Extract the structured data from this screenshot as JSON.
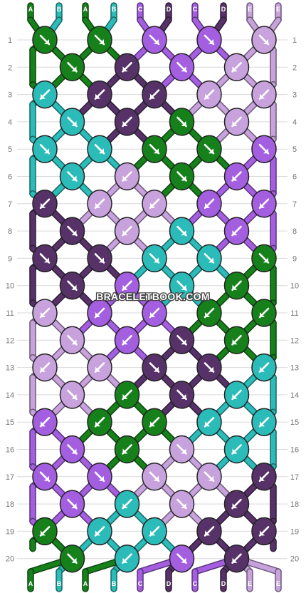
{
  "watermark": "BRACELETBOOK.COM",
  "colors": {
    "A": "#16801a",
    "B": "#2bbbb8",
    "C": "#a45ee0",
    "D": "#563268",
    "E": "#c7a2dc"
  },
  "strands_top": [
    "A",
    "B",
    "A",
    "B",
    "C",
    "D",
    "C",
    "D",
    "E",
    "E"
  ],
  "strands_bottom": [
    "A",
    "B",
    "A",
    "B",
    "C",
    "D",
    "C",
    "D",
    "E",
    "E"
  ],
  "row_numbers": [
    "1",
    "2",
    "3",
    "4",
    "5",
    "6",
    "7",
    "8",
    "9",
    "10",
    "11",
    "12",
    "13",
    "14",
    "15",
    "16",
    "17",
    "18",
    "19",
    "20"
  ],
  "knot_rows": [
    [
      {
        "c": "A",
        "d": "R"
      },
      {
        "c": "A",
        "d": "R"
      },
      {
        "c": "C",
        "d": "R"
      },
      {
        "c": "C",
        "d": "R"
      },
      {
        "c": "E",
        "d": "R"
      }
    ],
    [
      {
        "c": "A",
        "d": "R"
      },
      {
        "c": "D",
        "d": "L"
      },
      {
        "c": "C",
        "d": "R"
      },
      {
        "c": "E",
        "d": "L"
      }
    ],
    [
      {
        "c": "B",
        "d": "L"
      },
      {
        "c": "D",
        "d": "L"
      },
      {
        "c": "D",
        "d": "L"
      },
      {
        "c": "E",
        "d": "L"
      },
      {
        "c": "E",
        "d": "L"
      }
    ],
    [
      {
        "c": "B",
        "d": "R"
      },
      {
        "c": "D",
        "d": "L"
      },
      {
        "c": "A",
        "d": "R"
      },
      {
        "c": "E",
        "d": "L"
      }
    ],
    [
      {
        "c": "B",
        "d": "R"
      },
      {
        "c": "B",
        "d": "R"
      },
      {
        "c": "A",
        "d": "R"
      },
      {
        "c": "A",
        "d": "R"
      },
      {
        "c": "C",
        "d": "R"
      }
    ],
    [
      {
        "c": "B",
        "d": "R"
      },
      {
        "c": "E",
        "d": "L"
      },
      {
        "c": "A",
        "d": "R"
      },
      {
        "c": "C",
        "d": "L"
      }
    ],
    [
      {
        "c": "D",
        "d": "L"
      },
      {
        "c": "E",
        "d": "L"
      },
      {
        "c": "E",
        "d": "L"
      },
      {
        "c": "C",
        "d": "L"
      },
      {
        "c": "C",
        "d": "L"
      }
    ],
    [
      {
        "c": "D",
        "d": "R"
      },
      {
        "c": "E",
        "d": "L"
      },
      {
        "c": "B",
        "d": "R"
      },
      {
        "c": "C",
        "d": "L"
      }
    ],
    [
      {
        "c": "D",
        "d": "R"
      },
      {
        "c": "D",
        "d": "R"
      },
      {
        "c": "B",
        "d": "R"
      },
      {
        "c": "B",
        "d": "R"
      },
      {
        "c": "A",
        "d": "R"
      }
    ],
    [
      {
        "c": "D",
        "d": "R"
      },
      {
        "c": "C",
        "d": "L"
      },
      {
        "c": "B",
        "d": "R"
      },
      {
        "c": "A",
        "d": "L"
      }
    ],
    [
      {
        "c": "E",
        "d": "L"
      },
      {
        "c": "C",
        "d": "L"
      },
      {
        "c": "C",
        "d": "L"
      },
      {
        "c": "A",
        "d": "L"
      },
      {
        "c": "A",
        "d": "L"
      }
    ],
    [
      {
        "c": "E",
        "d": "R"
      },
      {
        "c": "C",
        "d": "L"
      },
      {
        "c": "D",
        "d": "R"
      },
      {
        "c": "A",
        "d": "L"
      }
    ],
    [
      {
        "c": "E",
        "d": "L"
      },
      {
        "c": "E",
        "d": "L"
      },
      {
        "c": "D",
        "d": "R"
      },
      {
        "c": "D",
        "d": "R"
      },
      {
        "c": "B",
        "d": "L"
      }
    ],
    [
      {
        "c": "E",
        "d": "R"
      },
      {
        "c": "A",
        "d": "L"
      },
      {
        "c": "D",
        "d": "R"
      },
      {
        "c": "B",
        "d": "L"
      }
    ],
    [
      {
        "c": "C",
        "d": "L"
      },
      {
        "c": "A",
        "d": "L"
      },
      {
        "c": "A",
        "d": "L"
      },
      {
        "c": "B",
        "d": "L"
      },
      {
        "c": "B",
        "d": "L"
      }
    ],
    [
      {
        "c": "C",
        "d": "R"
      },
      {
        "c": "A",
        "d": "L"
      },
      {
        "c": "E",
        "d": "R"
      },
      {
        "c": "B",
        "d": "L"
      }
    ],
    [
      {
        "c": "C",
        "d": "R"
      },
      {
        "c": "C",
        "d": "R"
      },
      {
        "c": "E",
        "d": "R"
      },
      {
        "c": "E",
        "d": "R"
      },
      {
        "c": "D",
        "d": "L"
      }
    ],
    [
      {
        "c": "C",
        "d": "R"
      },
      {
        "c": "B",
        "d": "L"
      },
      {
        "c": "E",
        "d": "R"
      },
      {
        "c": "D",
        "d": "L"
      }
    ],
    [
      {
        "c": "A",
        "d": "L"
      },
      {
        "c": "B",
        "d": "L"
      },
      {
        "c": "B",
        "d": "L"
      },
      {
        "c": "D",
        "d": "L"
      },
      {
        "c": "D",
        "d": "L"
      }
    ],
    [
      {
        "c": "A",
        "d": "R"
      },
      {
        "c": "B",
        "d": "L"
      },
      {
        "c": "C",
        "d": "R"
      },
      {
        "c": "D",
        "d": "L"
      }
    ]
  ]
}
